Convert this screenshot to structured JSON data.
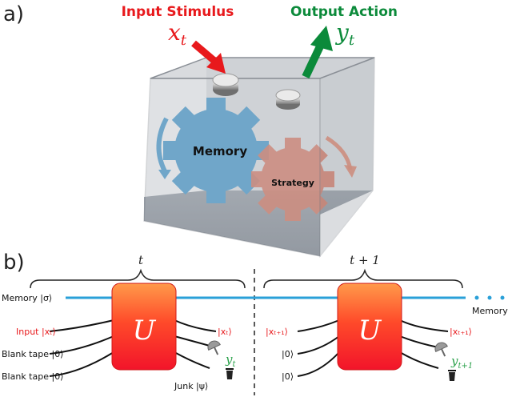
{
  "panel_a": {
    "label": "a)",
    "input_title": "Input Stimulus",
    "input_symbol": "x",
    "input_sub": "t",
    "output_title": "Output Action",
    "output_symbol": "y",
    "output_sub": "t",
    "memory_label": "Memory",
    "strategy_label": "Strategy",
    "colors": {
      "input": "#e8191c",
      "output": "#0b8a3a",
      "memory_gear": "#4a9fd4",
      "strategy_gear": "#e07860"
    }
  },
  "panel_b": {
    "label": "b)",
    "time_t": "t",
    "time_t1": "t + 1",
    "memory_left": "Memory |σ⟩",
    "memory_right": "Memory",
    "unitary": "U",
    "left": {
      "input": "Input |xₜ⟩",
      "blank1": "Blank tape |0⟩",
      "blank2": "Blank tape |0⟩",
      "out_x": "|xₜ⟩",
      "out_y_sym": "y",
      "out_y_sub": "t",
      "junk": "Junk |ψ⟩"
    },
    "right": {
      "input": "|xₜ₊₁⟩",
      "blank1": "|0⟩",
      "blank2": "|0⟩",
      "out_x": "|xₜ₊₁⟩",
      "out_y_sym": "y",
      "out_y_sub": "t+1"
    },
    "colors": {
      "memory_line": "#2aa0d8",
      "input_text": "#e8191c",
      "output_text": "#2aa14a"
    }
  }
}
